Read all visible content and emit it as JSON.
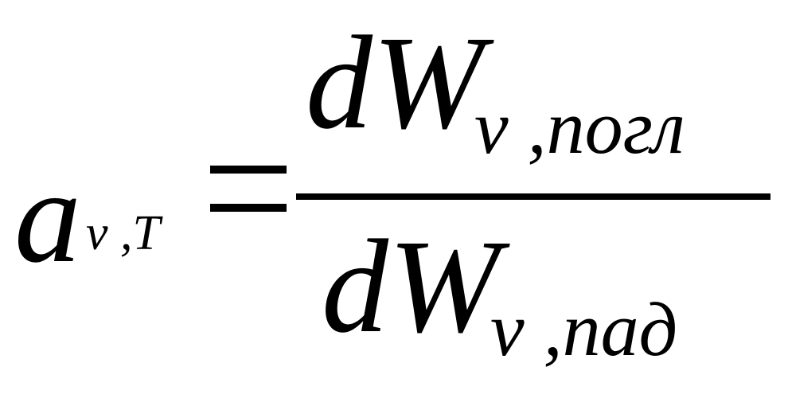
{
  "formula": {
    "lhs": {
      "base": "a",
      "subscript": "ν ,T"
    },
    "equals": "=",
    "numerator": {
      "base": "dW",
      "subscript": "ν ,погл"
    },
    "denominator": {
      "base": "dW",
      "subscript": "ν ,пад"
    }
  }
}
